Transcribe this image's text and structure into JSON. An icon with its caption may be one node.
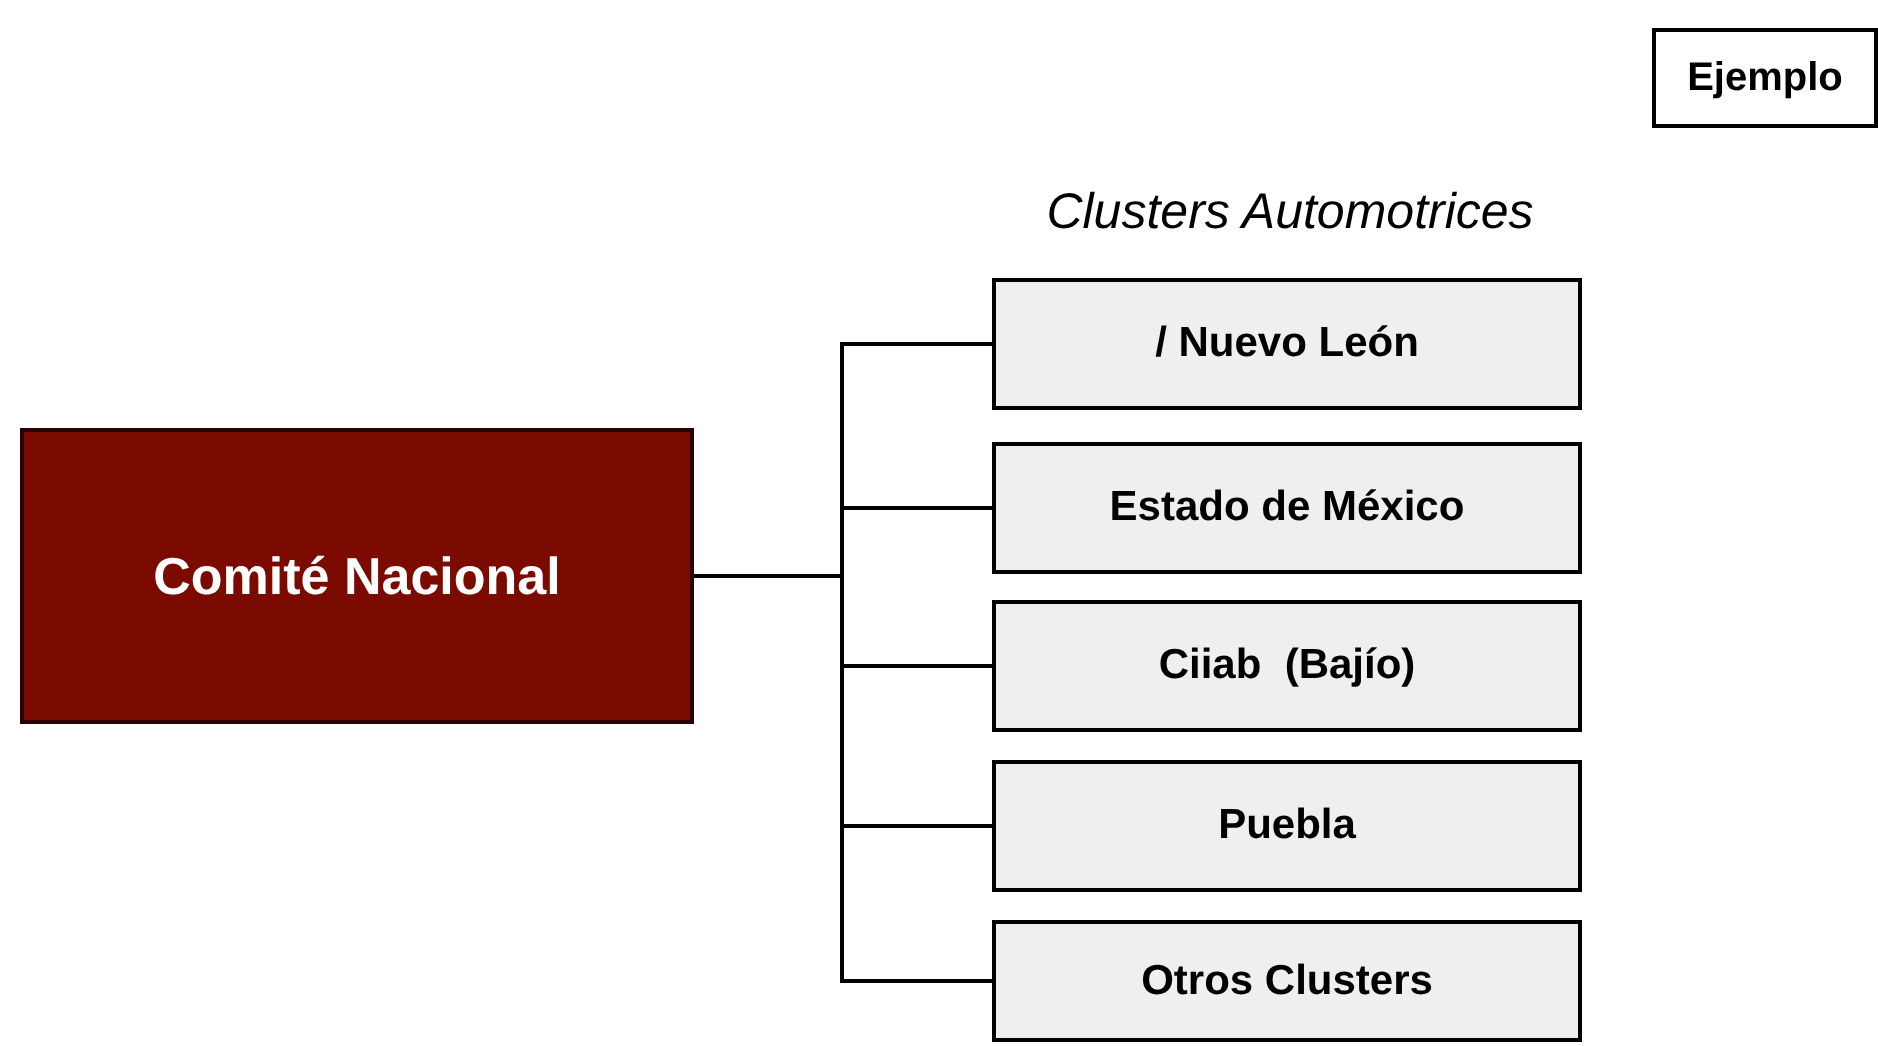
{
  "diagram": {
    "nodes": [
      {
        "text": [
          "Ejemplo"
        ]
      },
      {
        "text": [
          "Comité Nacional"
        ]
      },
      {
        "text": [
          "/ Nuevo León"
        ]
      },
      {
        "text": [
          "Estado de México"
        ]
      },
      {
        "text": [
          "Ciiab  (Bajío)"
        ]
      },
      {
        "text": [
          "Puebla"
        ]
      },
      {
        "text": [
          "Otros Clusters"
        ]
      }
    ],
    "edges": [
      {
        "from": 1,
        "to": 2,
        "arrow": "none"
      },
      {
        "from": 1,
        "to": 3,
        "arrow": "none"
      },
      {
        "from": 1,
        "to": 4,
        "arrow": "none"
      },
      {
        "from": 1,
        "to": 5,
        "arrow": "none"
      },
      {
        "from": 1,
        "to": 6,
        "arrow": "none"
      }
    ],
    "labels": [
      "Clusters Automotrices"
    ]
  }
}
